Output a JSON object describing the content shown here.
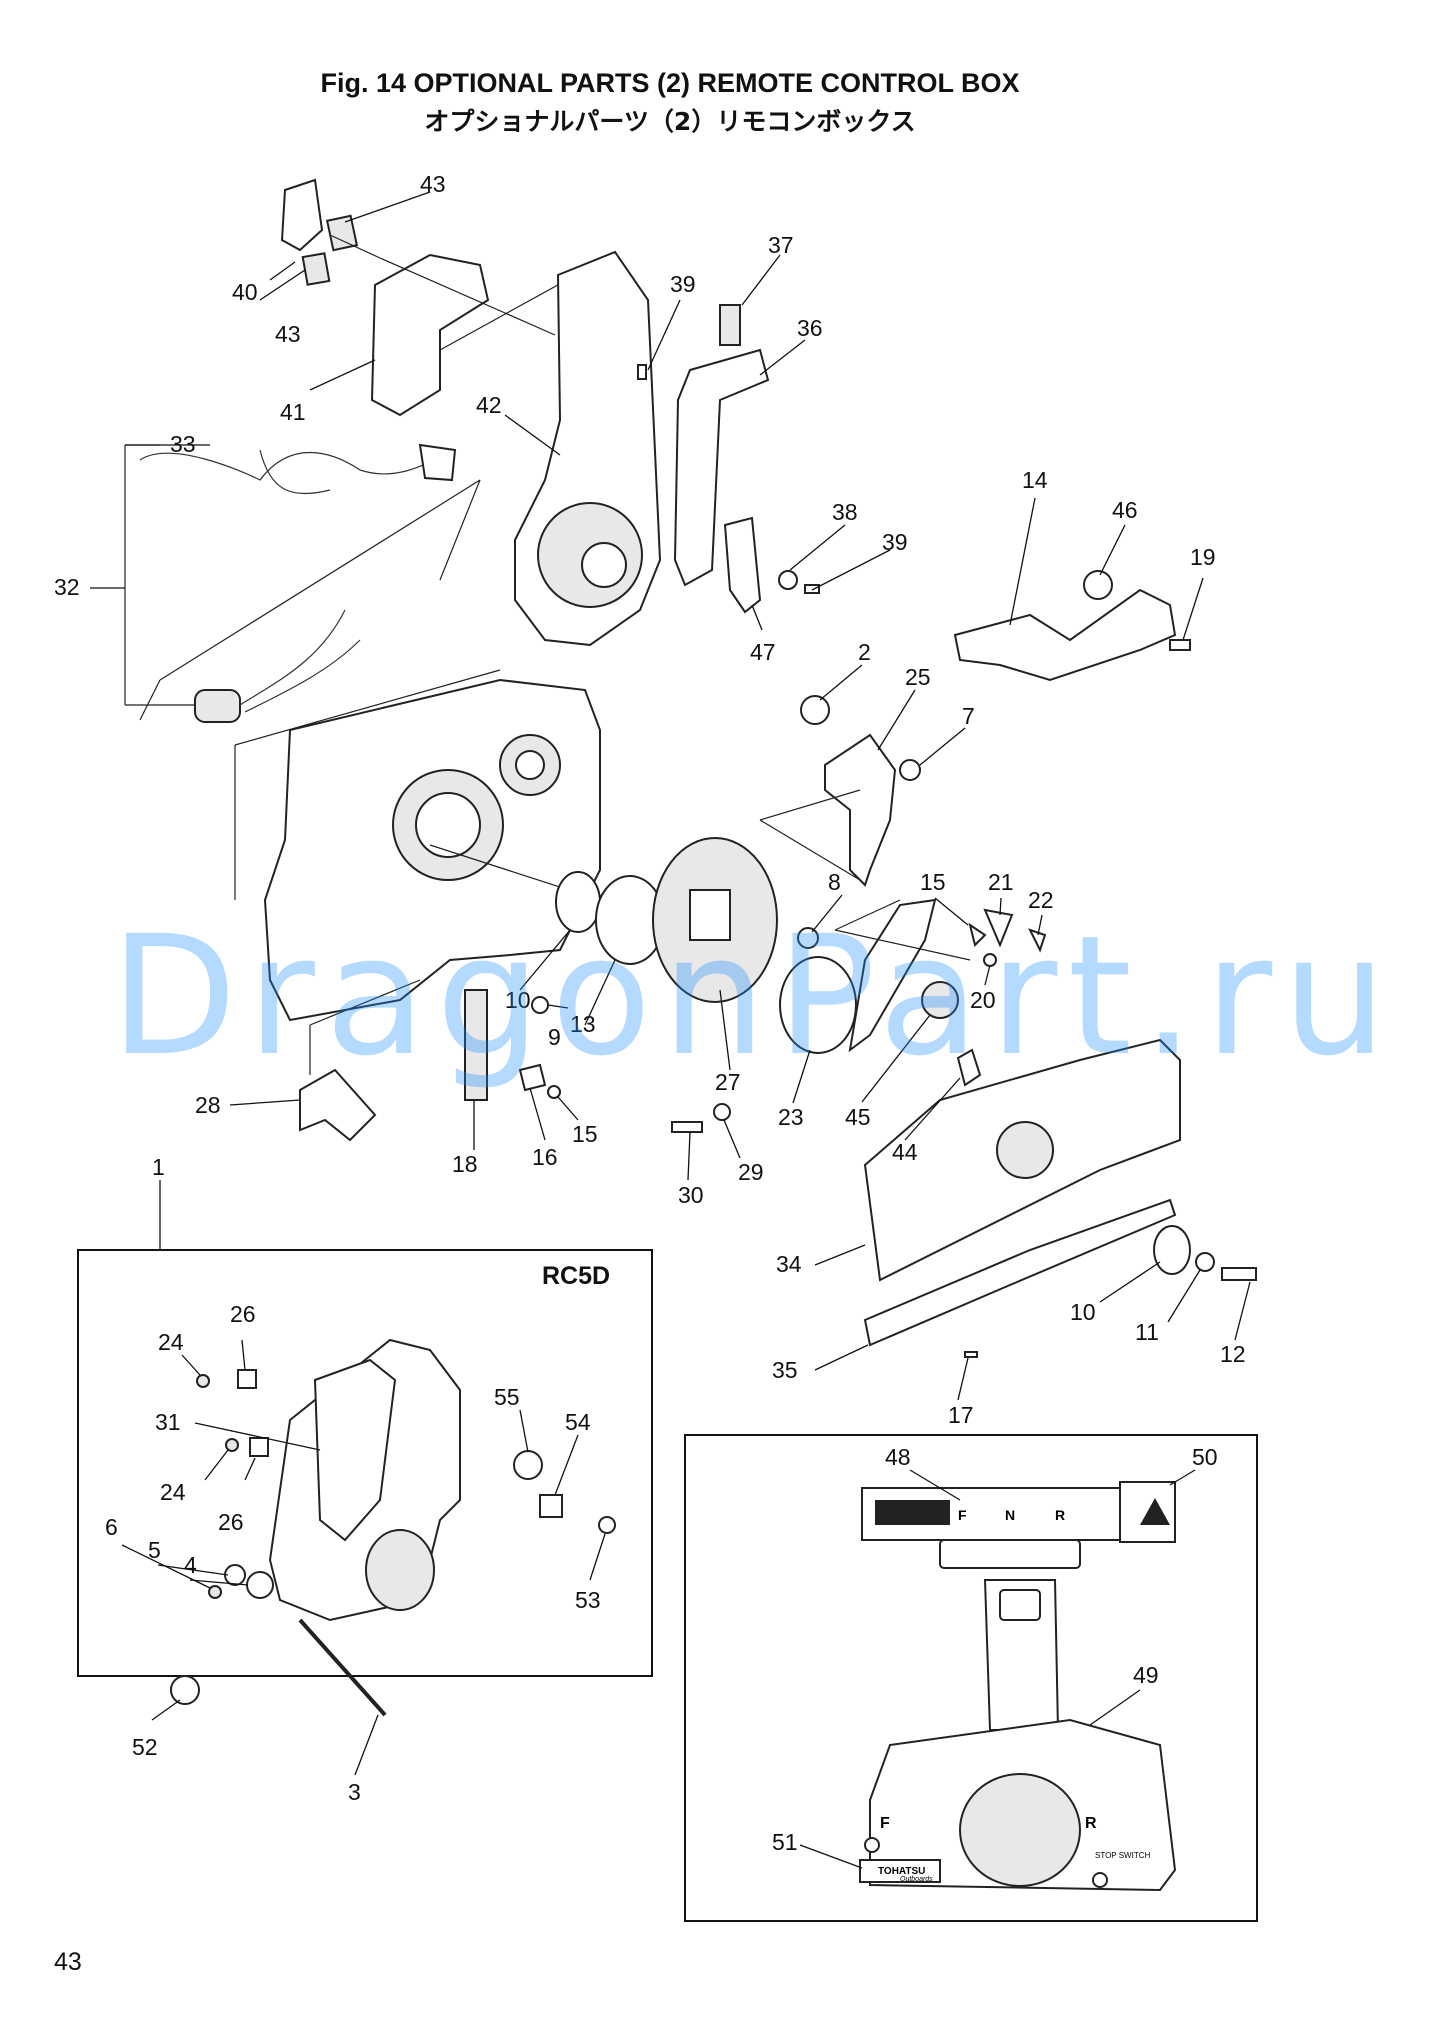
{
  "title": {
    "en": "Fig. 14   OPTIONAL PARTS (2) REMOTE CONTROL BOX",
    "jp": "オプショナルパーツ（2）リモコンボックス"
  },
  "page_number": "43",
  "watermark": "DragonPart.ru",
  "inset_rc5d": {
    "title": "RC5D"
  },
  "inset_panel": {
    "labels": {
      "f": "F",
      "n": "N",
      "r": "R",
      "brand": "TOHATSU",
      "brand_sub": "Outboards",
      "stop_switch": "STOP SWITCH"
    }
  },
  "callouts": {
    "c43a": "43",
    "c40": "40",
    "c43b": "43",
    "c41": "41",
    "c39a": "39",
    "c37": "37",
    "c36": "36",
    "c42": "42",
    "c33": "33",
    "c32": "32",
    "c38": "38",
    "c39b": "39",
    "c14": "14",
    "c46": "46",
    "c19": "19",
    "c47": "47",
    "c2": "2",
    "c25": "25",
    "c7": "7",
    "c15a": "15",
    "c21": "21",
    "c22": "22",
    "c8": "8",
    "c10a": "10",
    "c9": "9",
    "c13": "13",
    "c20": "20",
    "c27": "27",
    "c23": "23",
    "c45": "45",
    "c44": "44",
    "c28": "28",
    "c18": "18",
    "c16": "16",
    "c15b": "15",
    "c30": "30",
    "c29": "29",
    "c1": "1",
    "c34": "34",
    "c10b": "10",
    "c11": "11",
    "c12": "12",
    "c35": "35",
    "c17": "17",
    "c24a": "24",
    "c26a": "26",
    "c31": "31",
    "c55": "55",
    "c54": "54",
    "c24b": "24",
    "c26b": "26",
    "c6": "6",
    "c5": "5",
    "c4": "4",
    "c53": "53",
    "c52": "52",
    "c3": "3",
    "c48": "48",
    "c50": "50",
    "c49": "49",
    "c51": "51"
  }
}
